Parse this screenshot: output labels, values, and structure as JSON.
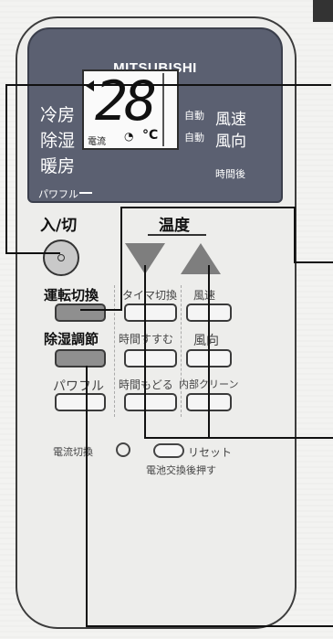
{
  "brand": "MITSUBISHI",
  "display": {
    "modes": [
      "冷房",
      "除湿",
      "暖房"
    ],
    "power_mode": "パワフル",
    "temperature": "28",
    "unit": "°C",
    "current_label": "電流",
    "auto_labels": [
      "自動",
      "自動"
    ],
    "right_labels": [
      "風速",
      "風向"
    ],
    "timer_after": "時間後"
  },
  "buttons": {
    "power_label": "入/切",
    "temp_label": "温度",
    "mode_switch_label": "運転切換",
    "timer_switch_label": "タイマ切換",
    "fan_speed_label": "風速",
    "dehumid_label": "除湿調節",
    "time_forward_label": "時間すすむ",
    "airflow_label": "風向",
    "powerful_label": "パワフル",
    "time_back_label": "時間もどる",
    "inner_clean_label": "内部クリーン",
    "current_switch_label": "電流切換",
    "reset_label": "リセット",
    "battery_note": "電池交換後押す"
  }
}
